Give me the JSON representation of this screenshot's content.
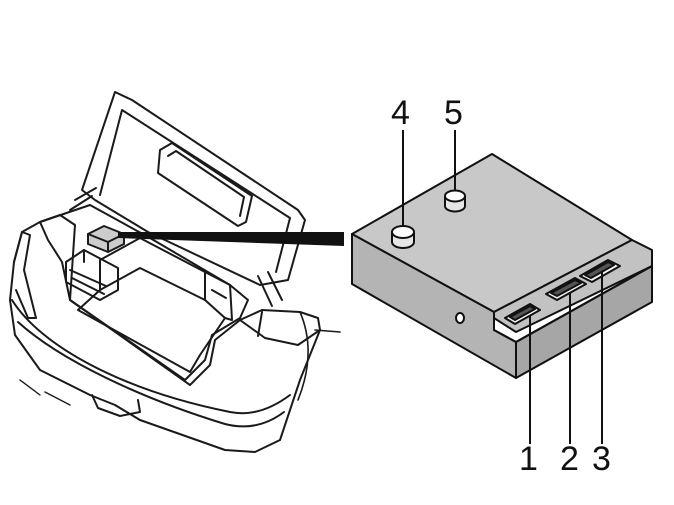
{
  "figure": {
    "callouts": [
      {
        "id": "1",
        "label": "1"
      },
      {
        "id": "2",
        "label": "2"
      },
      {
        "id": "3",
        "label": "3"
      },
      {
        "id": "4",
        "label": "4"
      },
      {
        "id": "5",
        "label": "5"
      }
    ]
  },
  "colors": {
    "line": "#111111",
    "box_top": "#c8c8c8",
    "box_front": "#b4b4b4",
    "box_right": "#a8a8a8",
    "car_line": "#1a1a1a",
    "background": "#ffffff"
  }
}
